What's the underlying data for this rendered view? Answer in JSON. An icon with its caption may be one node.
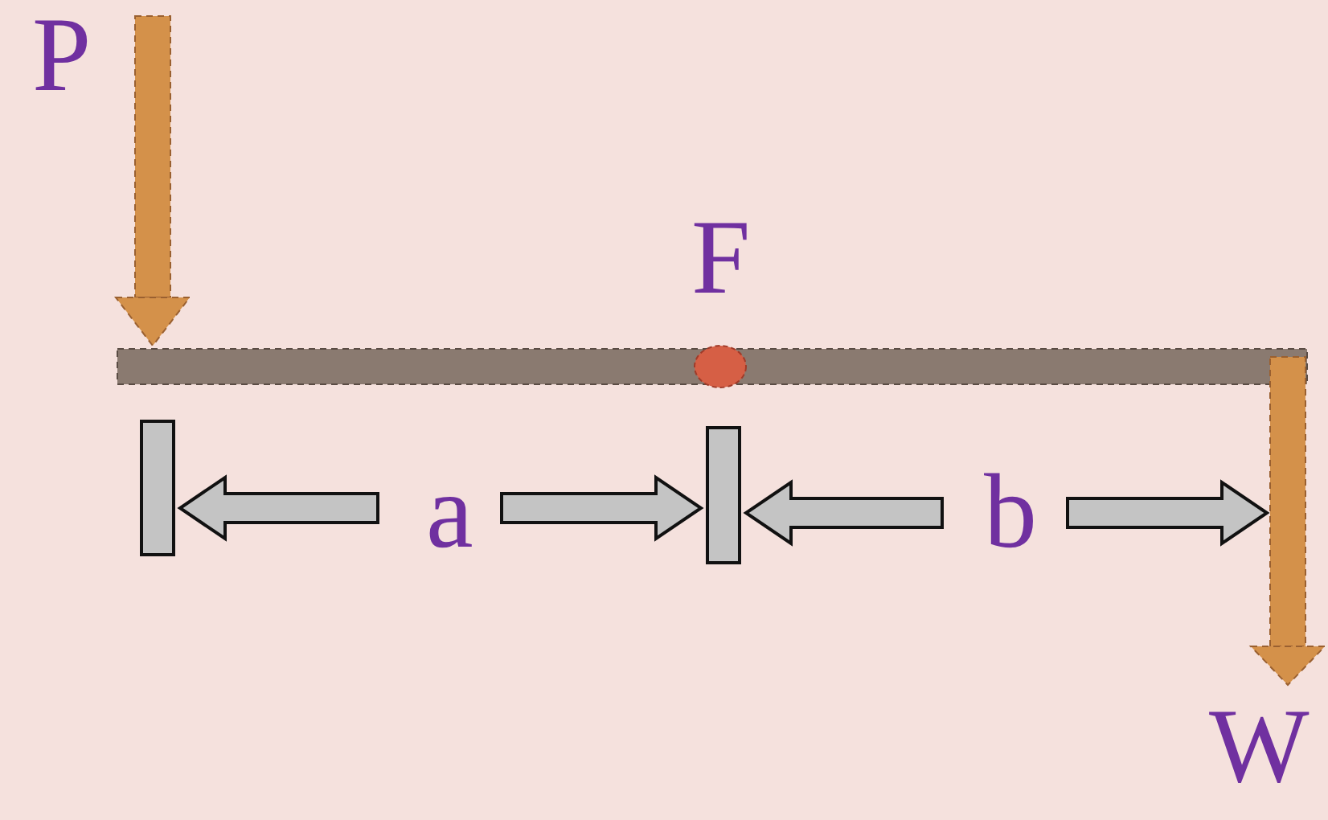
{
  "diagram": {
    "labels": [
      "P",
      "F",
      "a",
      "b",
      "W"
    ]
  }
}
